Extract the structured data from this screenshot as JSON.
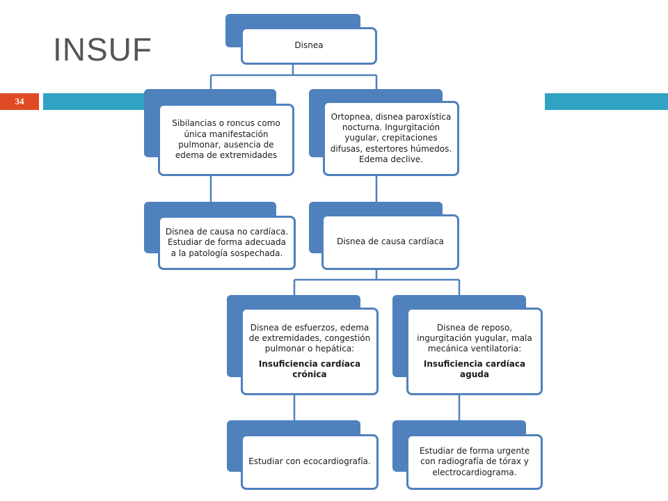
{
  "slide": {
    "title": "INSUF",
    "page_number": "34"
  },
  "nodes": {
    "disnea": {
      "text": "Disnea"
    },
    "left_symptoms": {
      "text": "Sibilancias o roncus como única manifestación pulmonar, ausencia de edema de extremidades"
    },
    "right_symptoms": {
      "text": "Ortopnea, disnea paroxística nocturna. Ingurgitación yugular, crepitaciones difusas, estertores húmedos. Edema declive."
    },
    "non_cardiac": {
      "text": "Disnea de causa no cardíaca. Estudiar de forma adecuada a la patología sospechada."
    },
    "cardiac": {
      "text": "Disnea de causa cardíaca"
    },
    "chronic": {
      "text": "Disnea de esfuerzos, edema de extremidades, congestión pulmonar o hepática:",
      "bold": "Insuficiencia cardíaca crónica"
    },
    "acute": {
      "text": "Disnea de reposo, ingurgitación yugular, mala mecánica ventilatoria:",
      "bold": "Insuficiencia cardíaca aguda"
    },
    "echo": {
      "text": "Estudiar con ecocardiografía."
    },
    "urgent": {
      "text": "Estudiar de forma urgente con radiografía de tórax y electrocardiograma."
    }
  },
  "colors": {
    "box_border": "#4f81bd",
    "header_bar": "#31a2c4",
    "page_badge": "#e04b25"
  }
}
